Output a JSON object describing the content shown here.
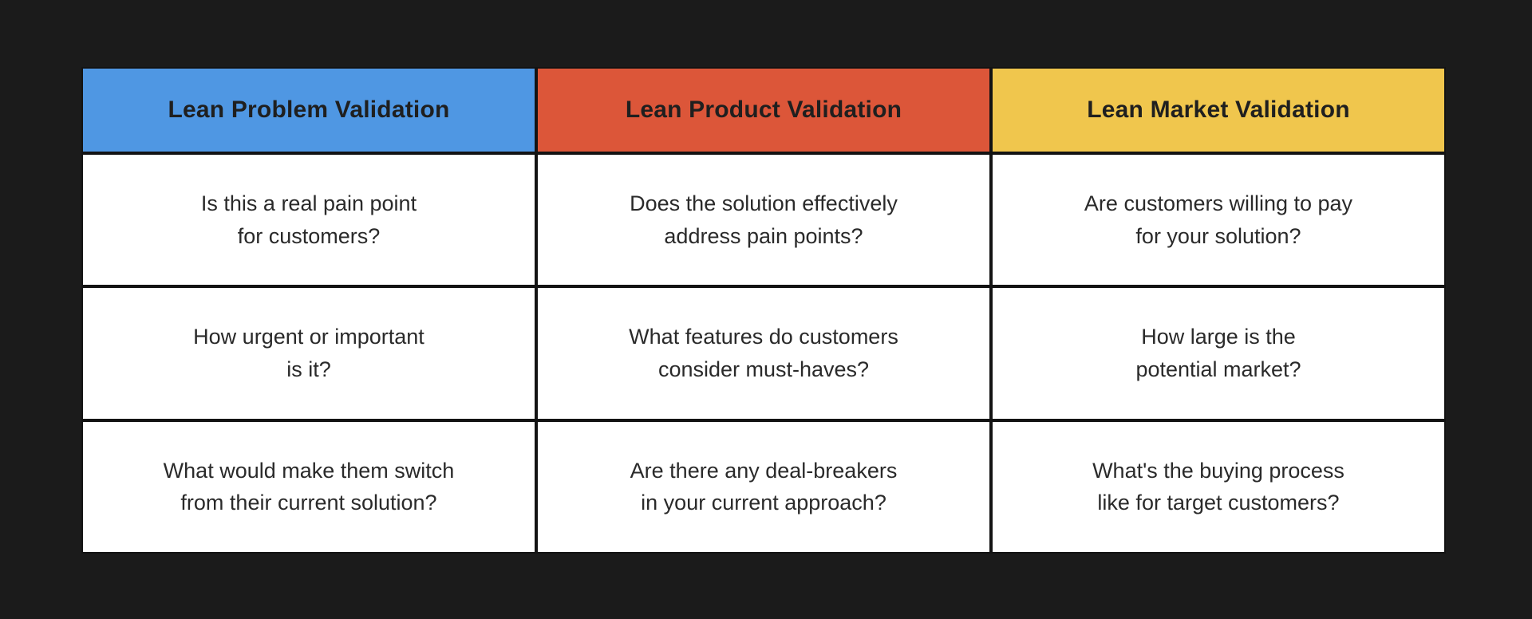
{
  "canvas": {
    "background_color": "#1b1b1b",
    "grid_line_color": "#131313",
    "cell_background_color": "#ffffff",
    "header_text_color": "#1f1f1f",
    "body_text_color": "#2a2a2a"
  },
  "table": {
    "columns": [
      {
        "header": "Lean Problem Validation",
        "header_color": "#4f97e3",
        "cells": [
          "Is this a real pain point\nfor customers?",
          "How urgent or important\nis it?",
          "What would make them switch\nfrom their current solution?"
        ]
      },
      {
        "header": "Lean Product Validation",
        "header_color": "#dc5639",
        "cells": [
          "Does the solution effectively\naddress pain points?",
          "What features do customers\nconsider must-haves?",
          "Are there any deal-breakers\nin your current approach?"
        ]
      },
      {
        "header": "Lean Market Validation",
        "header_color": "#f0c64d",
        "cells": [
          "Are customers willing to pay\nfor your solution?",
          "How large is the\npotential market?",
          "What's the buying process\nlike for target customers?"
        ]
      }
    ]
  }
}
